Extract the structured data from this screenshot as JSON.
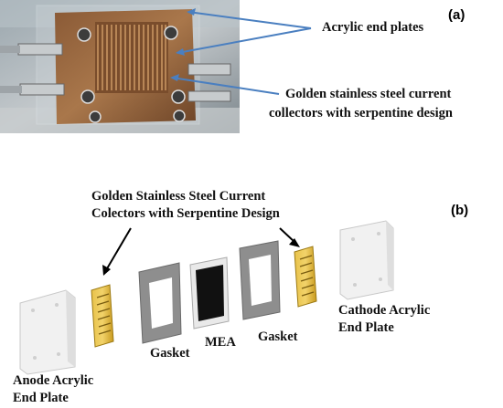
{
  "panel_a": {
    "tag": "(a)",
    "label_end_plates": "Acrylic end plates",
    "label_collectors_line1": "Golden stainless steel current",
    "label_collectors_line2": "collectors with serpentine design"
  },
  "panel_b": {
    "tag": "(b)",
    "collectors_line1": "Golden Stainless Steel Current",
    "collectors_line2": "Colectors with Serpentine Design",
    "gasket_left": "Gasket",
    "mea": "MEA",
    "gasket_right": "Gasket",
    "cathode_line1": "Cathode Acrylic",
    "cathode_line2": "End Plate",
    "anode_line1": "Anode Acrylic",
    "anode_line2": "End Plate"
  },
  "colors": {
    "gold": "#e2b52a",
    "gasket": "#8e8e8e",
    "mea": "#111111",
    "acrylic": "#eeeeee",
    "arrow_a": "#4a7fc0"
  }
}
